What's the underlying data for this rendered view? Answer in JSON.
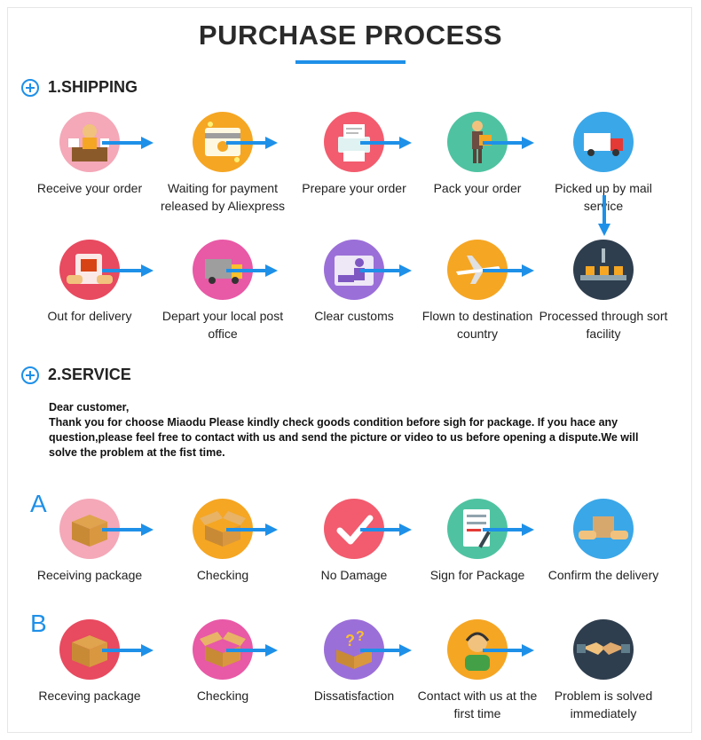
{
  "title": "PURCHASE PROCESS",
  "sections": {
    "shipping": "1.SHIPPING",
    "service": "2.SERVICE"
  },
  "colors": {
    "accent": "#1e90e8"
  },
  "shipping_row1": [
    {
      "label": "Receive your order",
      "icon": "person-at-desk-icon",
      "bg": "#f4a8b8"
    },
    {
      "label": "Waiting for payment released by Aliexpress",
      "icon": "payment-card-icon",
      "bg": "#f5a623"
    },
    {
      "label": "Prepare your order",
      "icon": "printer-icon",
      "bg": "#f25c6e"
    },
    {
      "label": "Pack your order",
      "icon": "courier-with-box-icon",
      "bg": "#4fc3a1"
    },
    {
      "label": "Picked up by mail service",
      "icon": "delivery-truck-icon",
      "bg": "#3aa7e8"
    }
  ],
  "shipping_row2": [
    {
      "label": "Out for delivery",
      "icon": "handing-package-icon",
      "bg": "#e84a5f"
    },
    {
      "label": "Depart your local post office",
      "icon": "mail-truck-icon",
      "bg": "#e859a6"
    },
    {
      "label": "Clear customs",
      "icon": "customs-officer-icon",
      "bg": "#9b6fd8"
    },
    {
      "label": "Flown to destination country",
      "icon": "airplane-icon",
      "bg": "#f5a623"
    },
    {
      "label": "Processed through sort facility",
      "icon": "conveyor-sorting-icon",
      "bg": "#2f3e4e"
    }
  ],
  "service_message": {
    "greeting": "Dear customer,",
    "body": "Thank you for choose Miaodu Please kindly check goods condition before sigh for package. If you hace any question,please feel free to contact with us and send the picture or video to us before opening a dispute.We will solve the problem at the fist time."
  },
  "flow_a": {
    "letter": "A",
    "steps": [
      {
        "label": "Receiving package",
        "icon": "closed-box-icon",
        "bg": "#f4a8b8"
      },
      {
        "label": "Checking",
        "icon": "open-box-icon",
        "bg": "#f5a623"
      },
      {
        "label": "No Damage",
        "icon": "checkmark-icon",
        "bg": "#f25c6e"
      },
      {
        "label": "Sign for Package",
        "icon": "signing-document-icon",
        "bg": "#4fc3a1"
      },
      {
        "label": "Confirm the delivery",
        "icon": "package-handover-icon",
        "bg": "#3aa7e8"
      }
    ]
  },
  "flow_b": {
    "letter": "B",
    "steps": [
      {
        "label": "Receving package",
        "icon": "closed-box-icon",
        "bg": "#e84a5f"
      },
      {
        "label": "Checking",
        "icon": "open-box-icon",
        "bg": "#e859a6"
      },
      {
        "label": "Dissatisfaction",
        "icon": "question-box-icon",
        "bg": "#9b6fd8"
      },
      {
        "label": "Contact with us at the first time",
        "icon": "support-agent-icon",
        "bg": "#f5a623"
      },
      {
        "label": "Problem is solved immediately",
        "icon": "handshake-icon",
        "bg": "#2f3e4e"
      }
    ]
  }
}
